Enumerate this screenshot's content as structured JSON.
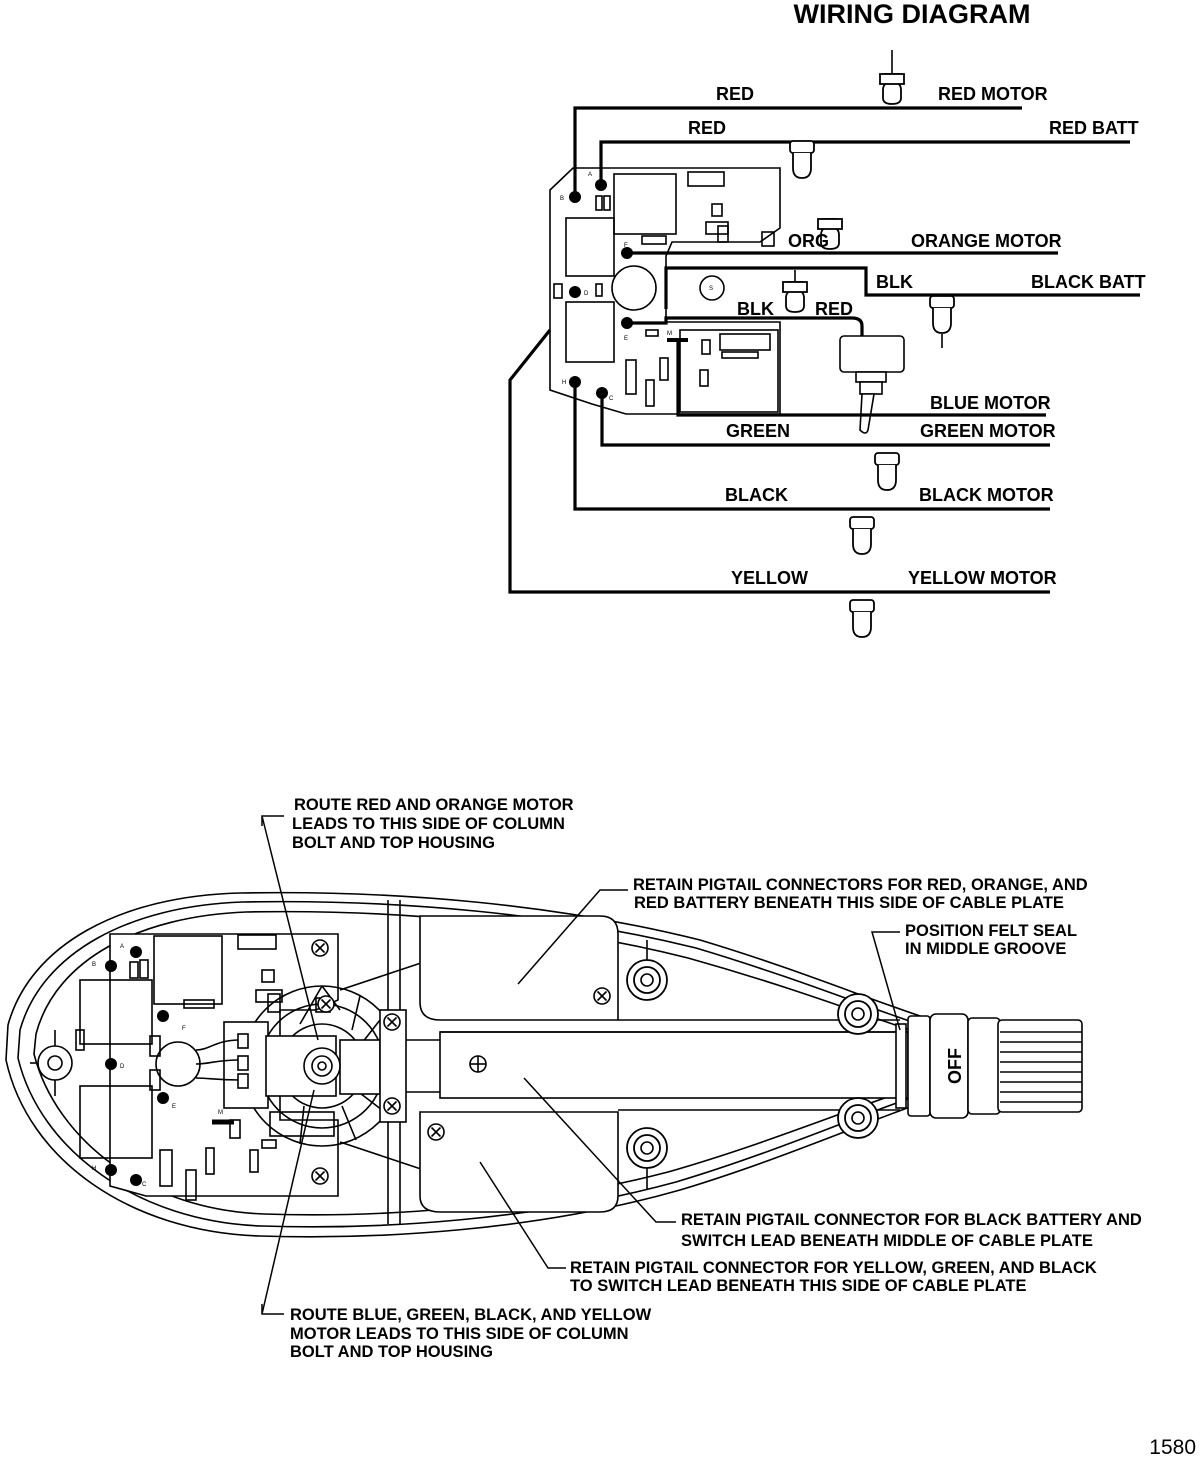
{
  "title": "WIRING DIAGRAM",
  "figure_number": "1580",
  "wire_labels": {
    "red_1": "RED",
    "red_motor": "RED MOTOR",
    "red_2": "RED",
    "red_batt": "RED BATT",
    "org": "ORG",
    "orange_motor": "ORANGE MOTOR",
    "blk_1": "BLK",
    "black_batt": "BLACK BATT",
    "blk_2": "BLK",
    "red_3": "RED",
    "blue_motor": "BLUE MOTOR",
    "green": "GREEN",
    "green_motor": "GREEN MOTOR",
    "black": "BLACK",
    "black_motor": "BLACK MOTOR",
    "yellow": "YELLOW",
    "yellow_motor": "YELLOW MOTOR"
  },
  "board_pins": {
    "b": "B",
    "a": "A",
    "f": "F",
    "d": "D",
    "e": "E",
    "h": "H",
    "c": "C",
    "m": "M",
    "s": "S"
  },
  "callouts": {
    "route_red_orange": [
      "ROUTE RED AND ORANGE MOTOR",
      "LEADS TO THIS SIDE OF COLUMN",
      "BOLT AND TOP HOUSING"
    ],
    "retain_red_orange": [
      "RETAIN PIGTAIL CONNECTORS FOR  RED, ORANGE, AND",
      "RED BATTERY BENEATH THIS SIDE OF CABLE PLATE"
    ],
    "felt_seal": [
      "POSITION FELT SEAL",
      "IN MIDDLE GROOVE"
    ],
    "retain_black_battery": [
      "RETAIN PIGTAIL CONNECTOR FOR BLACK BATTERY AND",
      "SWITCH LEAD BENEATH MIDDLE OF CABLE PLATE"
    ],
    "retain_yellow_green": [
      "RETAIN PIGTAIL CONNECTOR FOR YELLOW, GREEN, AND BLACK",
      "TO SWITCH LEAD BENEATH THIS SIDE OF CABLE PLATE"
    ],
    "route_blue_green": [
      "ROUTE BLUE, GREEN, BLACK, AND YELLOW",
      "MOTOR LEADS TO THIS SIDE OF COLUMN",
      "BOLT AND TOP HOUSING"
    ]
  },
  "handle_label": "OFF"
}
